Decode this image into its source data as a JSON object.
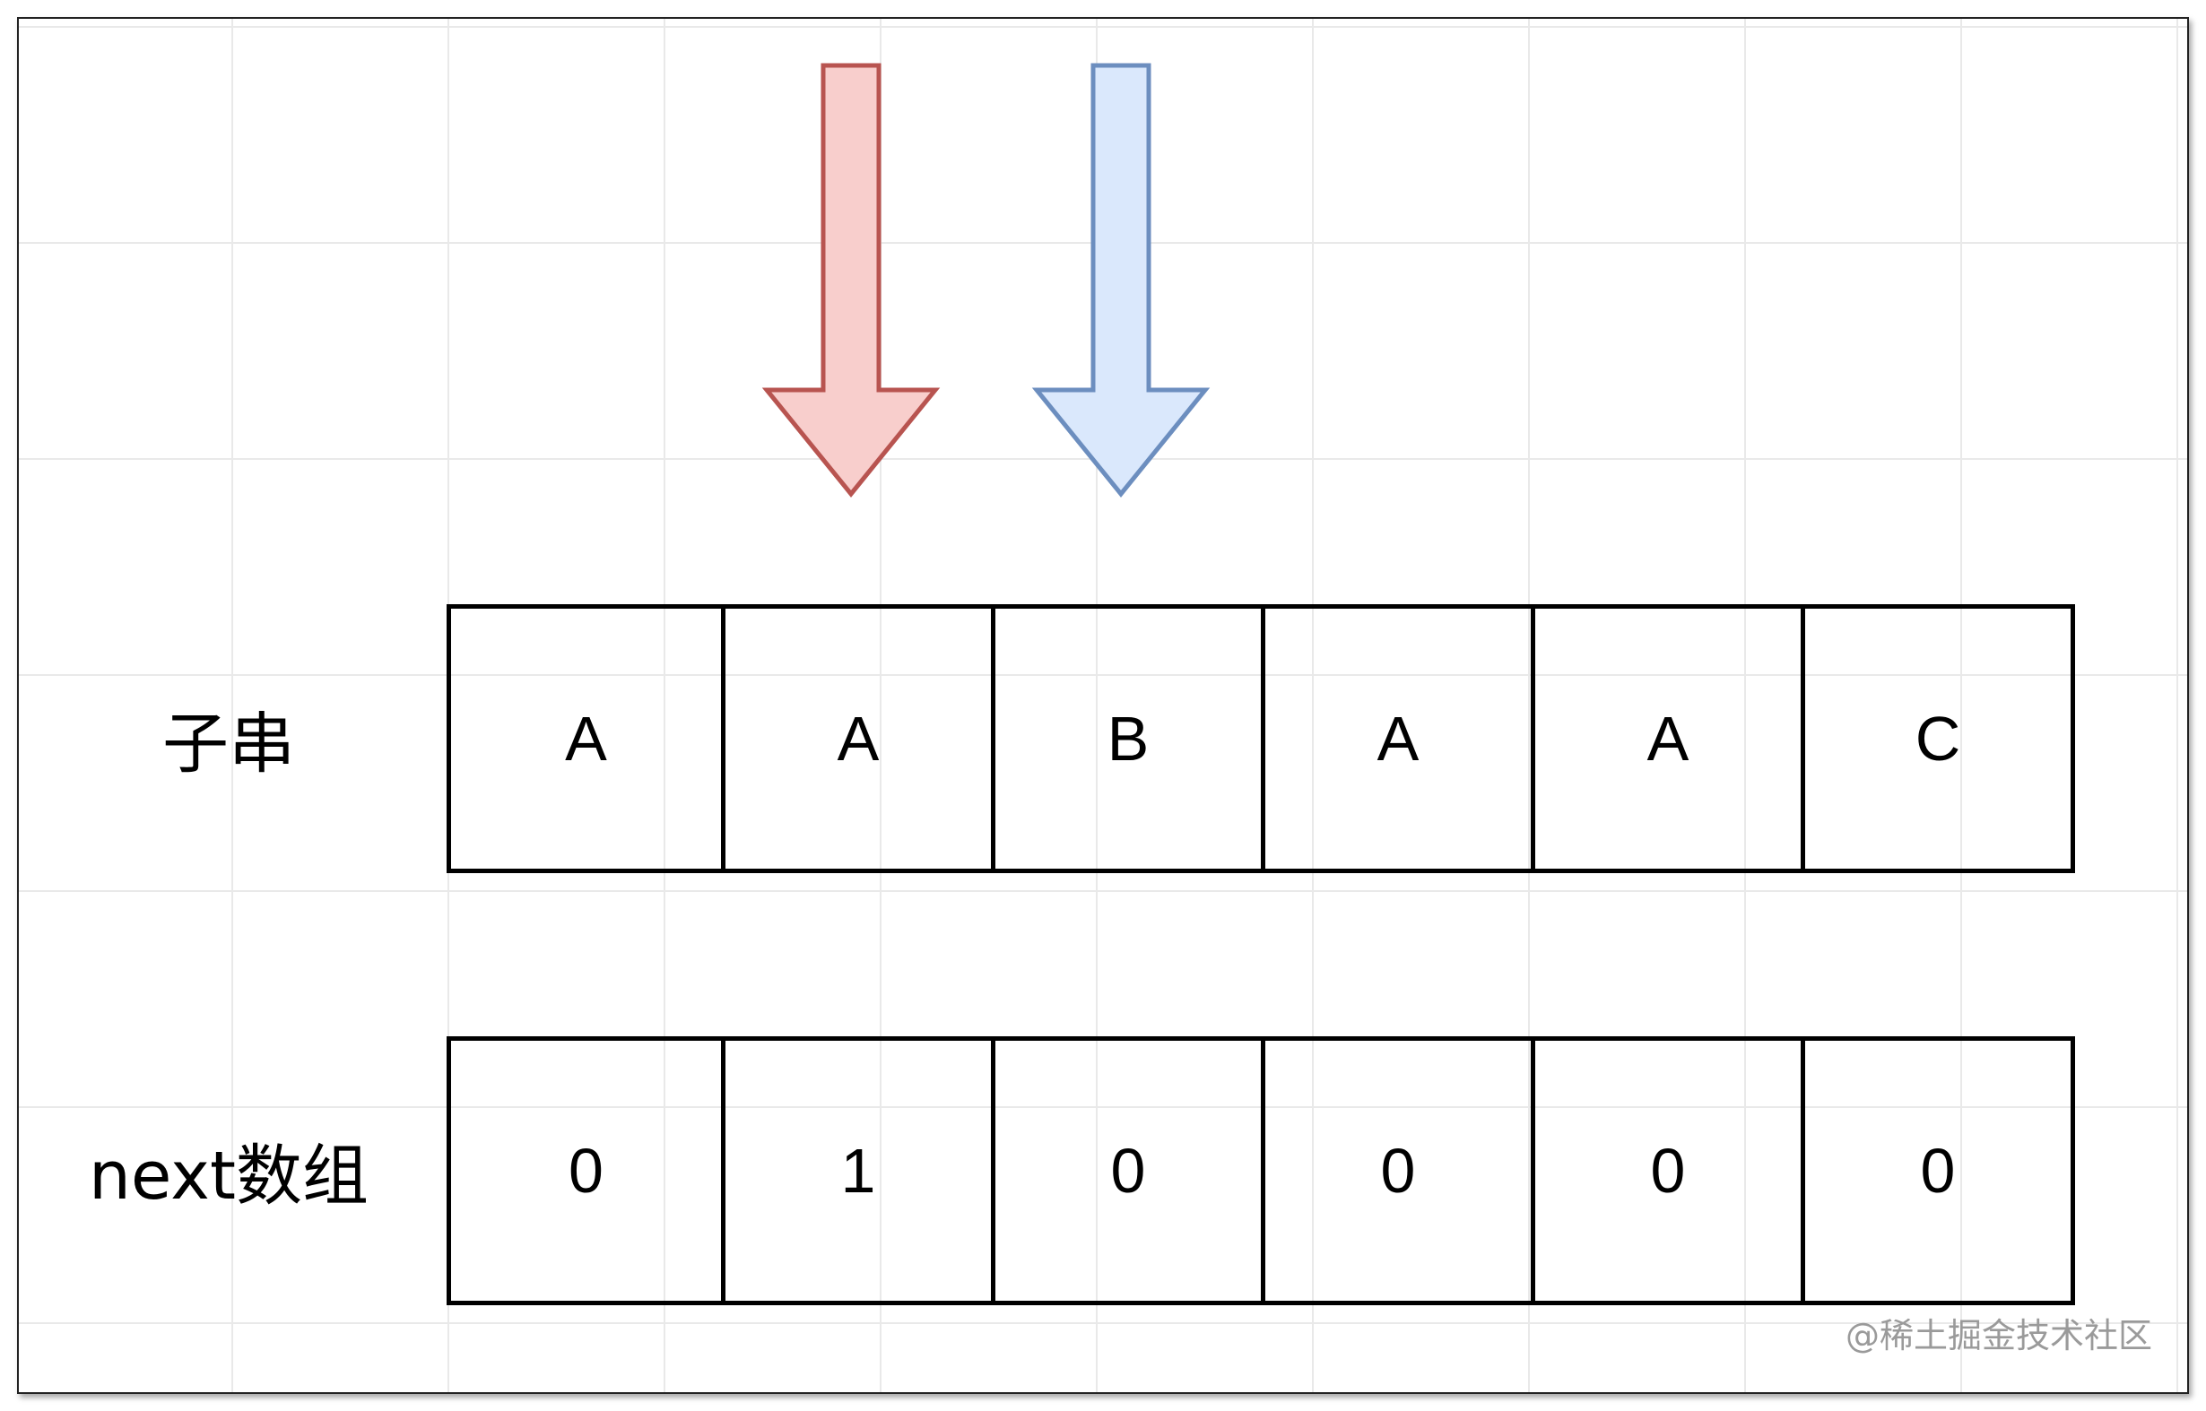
{
  "diagram": {
    "substring": {
      "label": "子串",
      "cells": [
        "A",
        "A",
        "B",
        "A",
        "A",
        "C"
      ]
    },
    "next_array": {
      "label": "next数组",
      "cells": [
        "0",
        "1",
        "0",
        "0",
        "0",
        "0"
      ]
    },
    "pointers": [
      {
        "name": "red-pointer",
        "over_index": 1,
        "fill": "#f8cecc",
        "stroke": "#b85450"
      },
      {
        "name": "blue-pointer",
        "over_index": 2,
        "fill": "#dae8fc",
        "stroke": "#6c8ebf"
      }
    ]
  },
  "watermark": "@稀土掘金技术社区"
}
